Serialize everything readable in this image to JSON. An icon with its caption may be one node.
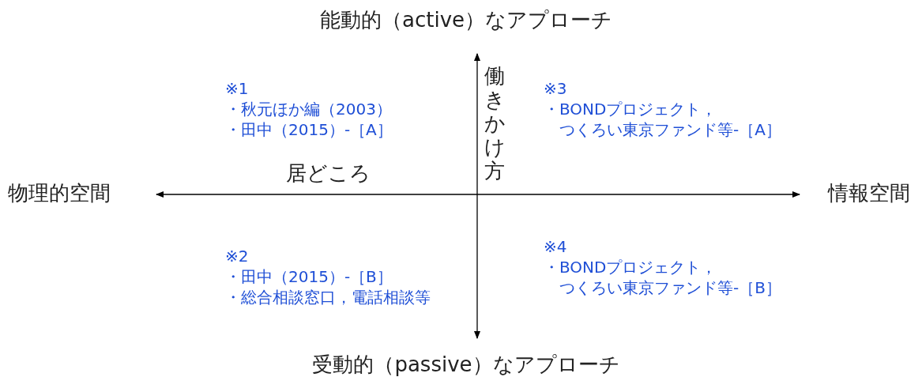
{
  "diagram": {
    "labels": [
      "能動的（active）なアプローチ",
      "※1",
      "・秋元ほか編（2003）",
      "・田中（2015）-［A］",
      "働きかけ方",
      "※3",
      "・BONDプロジェクト，",
      "つくろい東京ファンド等-［A］",
      "居どころ",
      "物理的空間",
      "情報空間",
      "※2",
      "・田中（2015）-［B］",
      "・総合相談窓口，電話相談等",
      "※4",
      "・BONDプロジェクト，",
      "つくろい東京ファンド等-［B］",
      "受動的（passive）なアプローチ"
    ]
  }
}
